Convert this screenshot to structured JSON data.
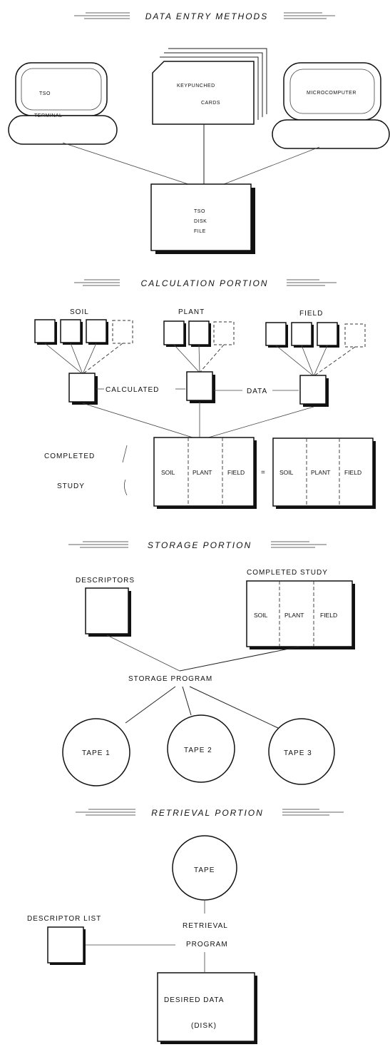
{
  "sections": {
    "entry": {
      "title": "DATA ENTRY METHODS",
      "tso_terminal": [
        "TSO",
        "TERMINAL"
      ],
      "cards": [
        "KEYPUNCHED",
        "CARDS"
      ],
      "microcomputer": "MICROCOMPUTER",
      "disk_file": [
        "TSO",
        "DISK",
        "FILE"
      ]
    },
    "calculation": {
      "title": "CALCULATION   PORTION",
      "soil": "SOIL",
      "plant": "PLANT",
      "field": "FIELD",
      "calculated": "CALCULATED",
      "data": "DATA",
      "completed": "COMPLETED",
      "study": "STUDY",
      "cells": [
        "SOIL",
        "PLANT",
        "FIELD"
      ],
      "equals": "="
    },
    "storage": {
      "title": "STORAGE   PORTION",
      "descriptors": "DESCRIPTORS",
      "completed_study": "COMPLETED  STUDY",
      "cells": [
        "SOIL",
        "PLANT",
        "FIELD"
      ],
      "program": "STORAGE   PROGRAM",
      "tapes": [
        "TAPE  1",
        "TAPE  2",
        "TAPE  3"
      ]
    },
    "retrieval": {
      "title": "RETRIEVAL   PORTION",
      "tape": "TAPE",
      "descriptor_list": "DESCRIPTOR LIST",
      "program": [
        "RETRIEVAL",
        "PROGRAM"
      ],
      "desired": "DESIRED   DATA",
      "disk": "(DISK)"
    }
  }
}
